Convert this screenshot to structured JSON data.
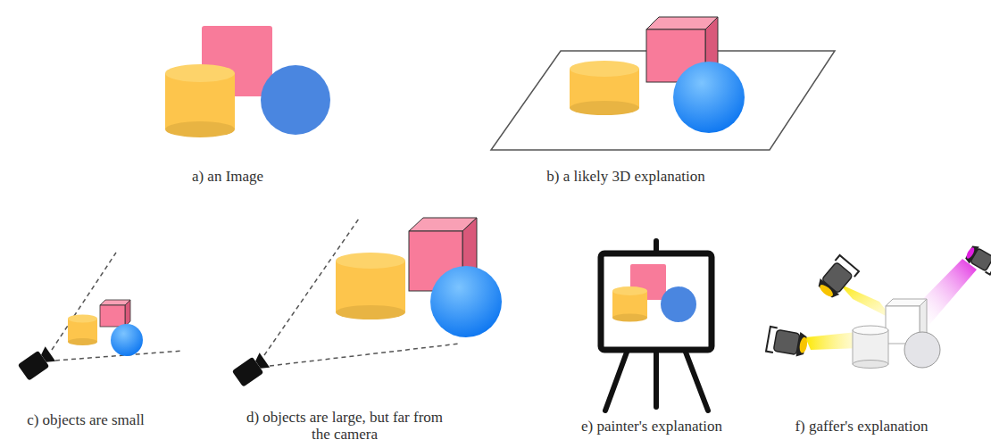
{
  "diagram": {
    "labels": [
      "a) an Image",
      "b) a likely 3D explanation",
      "c) objects are small",
      "d) objects are large, but far from the camera",
      "e) painter's explanation",
      "f) gaffer's explanation"
    ]
  }
}
